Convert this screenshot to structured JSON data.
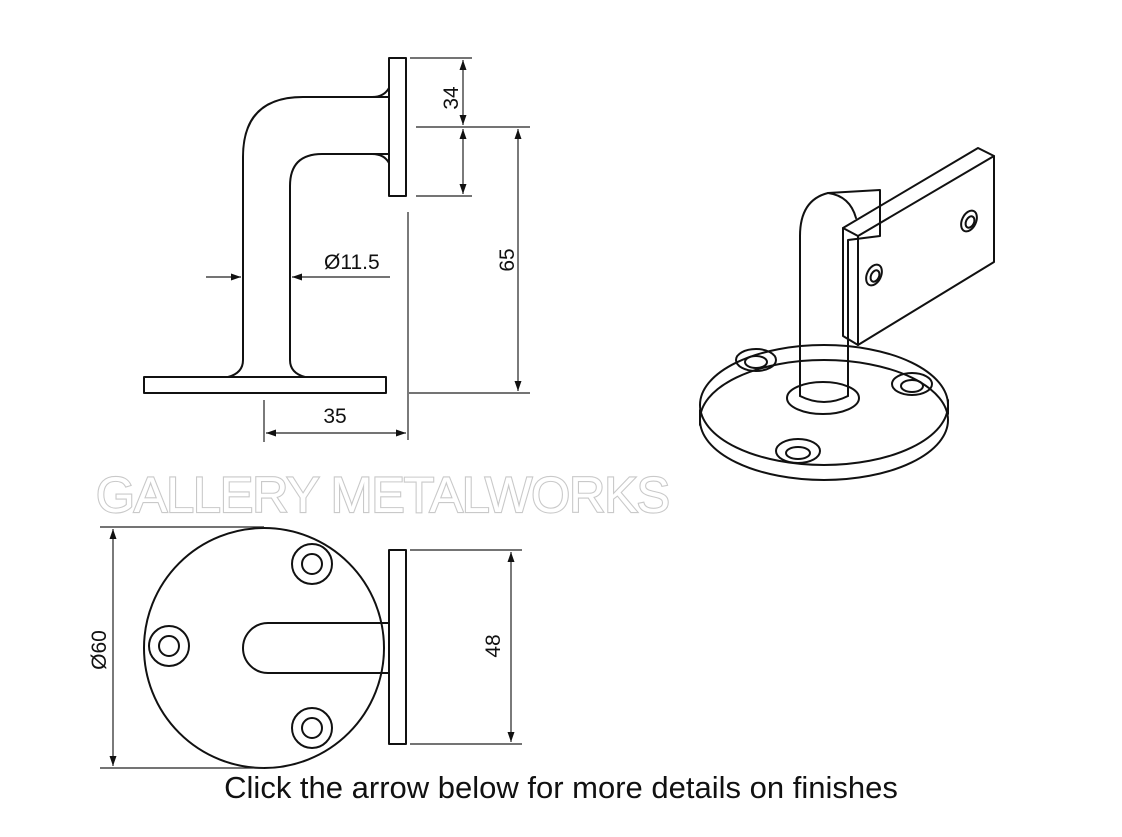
{
  "watermark": "GALLERY METALWORKS",
  "caption": "Click the arrow below for more details on finishes",
  "dimensions": {
    "flange_height": "34",
    "bracket_height": "65",
    "bar_diameter": "Ø11.5",
    "projection": "35",
    "base_diameter": "Ø60",
    "flange_width": "48"
  },
  "colors": {
    "line": "#111111",
    "watermark_outline": "#c9c9c9"
  }
}
